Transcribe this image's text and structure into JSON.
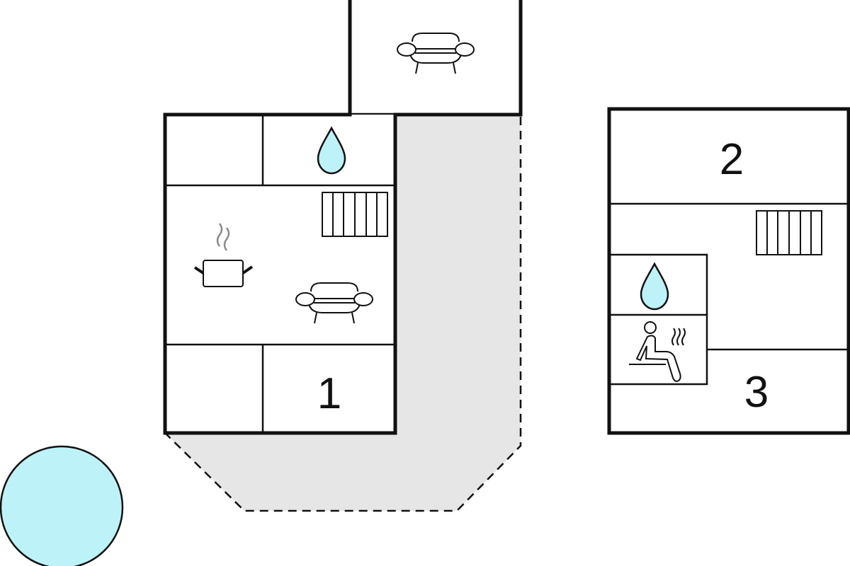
{
  "plan": {
    "building_1": {
      "label": "1"
    },
    "building_2": {
      "label": "2"
    },
    "building_3": {
      "label": "3"
    }
  },
  "colors": {
    "water": "#bdf3f8",
    "terrace": "#e6e6e6",
    "wall": "#111111",
    "steam": "#8a8a8a"
  },
  "icons": [
    "sofa-icon",
    "water-drop-icon",
    "radiator-icon",
    "cooking-pot-icon",
    "sauna-icon",
    "pool-icon"
  ]
}
